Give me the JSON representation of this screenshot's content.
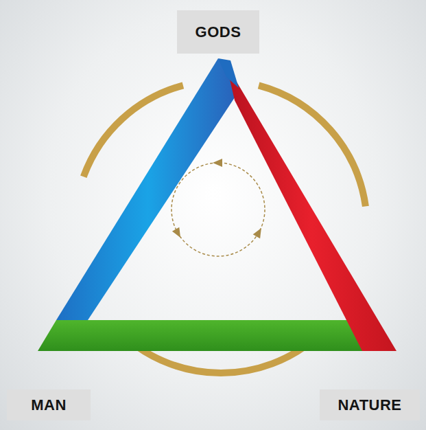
{
  "diagram": {
    "nodes": [
      {
        "text": [
          "GODS"
        ]
      },
      {
        "text": [
          "MAN"
        ]
      },
      {
        "text": [
          "NATURE"
        ]
      }
    ]
  }
}
